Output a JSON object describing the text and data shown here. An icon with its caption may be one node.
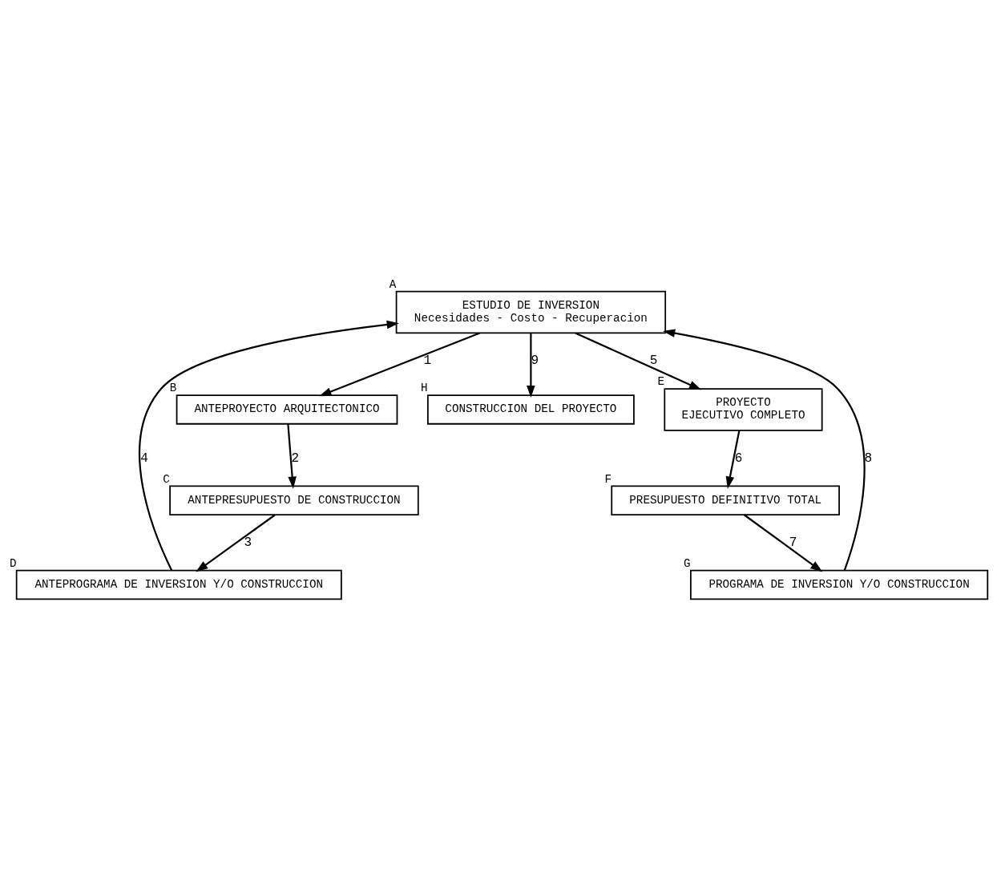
{
  "diagram": {
    "nodes": [
      {
        "text": [
          "ESTUDIO DE INVERSION",
          "Necesidades - Costo - Recuperacion"
        ],
        "beside": [
          "A"
        ]
      },
      {
        "text": [
          "ANTEPROYECTO ARQUITECTONICO"
        ],
        "beside": [
          "B"
        ]
      },
      {
        "text": [
          "ANTEPRESUPUESTO DE CONSTRUCCION"
        ],
        "beside": [
          "C"
        ]
      },
      {
        "text": [
          "ANTEPROGRAMA DE INVERSION Y/O CONSTRUCCION"
        ],
        "beside": [
          "D"
        ]
      },
      {
        "text": [
          "PROYECTO",
          "EJECUTIVO COMPLETO"
        ],
        "beside": [
          "E"
        ]
      },
      {
        "text": [
          "PRESUPUESTO DEFINITIVO TOTAL"
        ],
        "beside": [
          "F"
        ]
      },
      {
        "text": [
          "PROGRAMA DE INVERSION Y/O CONSTRUCCION"
        ],
        "beside": [
          "G"
        ]
      },
      {
        "text": [
          "CONSTRUCCION DEL PROYECTO"
        ],
        "beside": [
          "H"
        ]
      }
    ],
    "edges": [
      {
        "from": 0,
        "to": 1,
        "arrow": "to",
        "label": "1"
      },
      {
        "from": 1,
        "to": 2,
        "arrow": "to",
        "label": "2"
      },
      {
        "from": 2,
        "to": 3,
        "arrow": "to",
        "label": "3"
      },
      {
        "from": 3,
        "to": 0,
        "arrow": "to",
        "label": "4"
      },
      {
        "from": 0,
        "to": 4,
        "arrow": "to",
        "label": "5"
      },
      {
        "from": 4,
        "to": 5,
        "arrow": "to",
        "label": "6"
      },
      {
        "from": 5,
        "to": 6,
        "arrow": "to",
        "label": "7"
      },
      {
        "from": 6,
        "to": 0,
        "arrow": "to",
        "label": "8"
      },
      {
        "from": 0,
        "to": 7,
        "arrow": "to",
        "label": "9"
      }
    ]
  }
}
